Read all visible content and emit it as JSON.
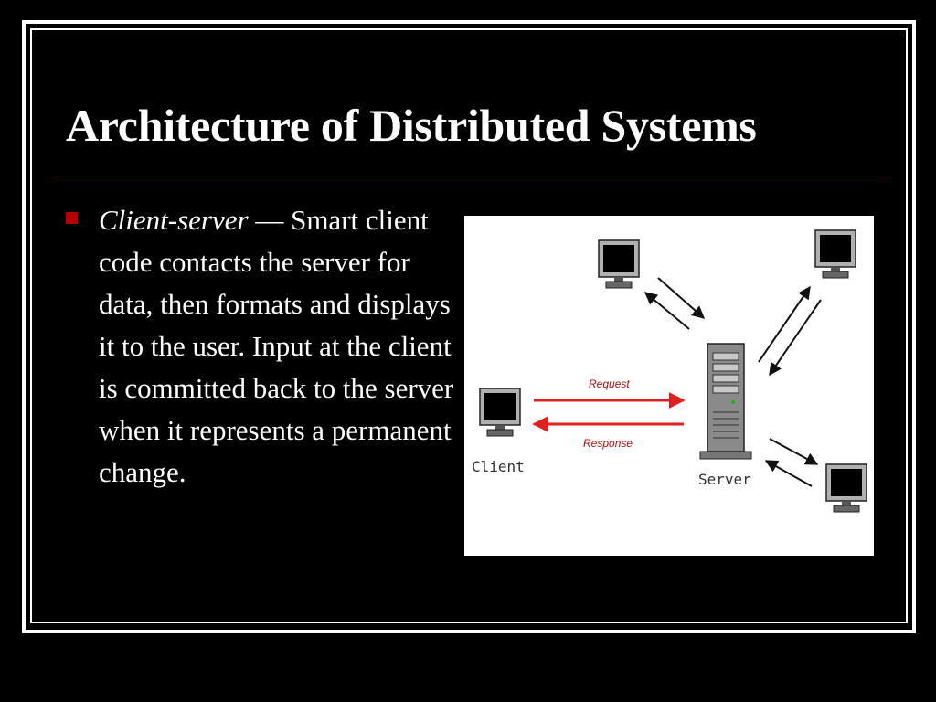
{
  "slide": {
    "title": "Architecture of Distributed Systems",
    "bullet": {
      "term": "Client-server",
      "separator": " — ",
      "text": "Smart client code contacts the server for data, then formats and displays it to the user. Input at the client is committed back to the server when it represents a permanent change."
    }
  },
  "diagram": {
    "client_label": "Client",
    "server_label": "Server",
    "request_label": "Request",
    "response_label": "Response"
  },
  "colors": {
    "background": "#000000",
    "text": "#ffffff",
    "bullet": "#b40000",
    "arrow_red": "#e02020"
  },
  "icons": [
    "monitor-icon",
    "server-tower-icon"
  ]
}
